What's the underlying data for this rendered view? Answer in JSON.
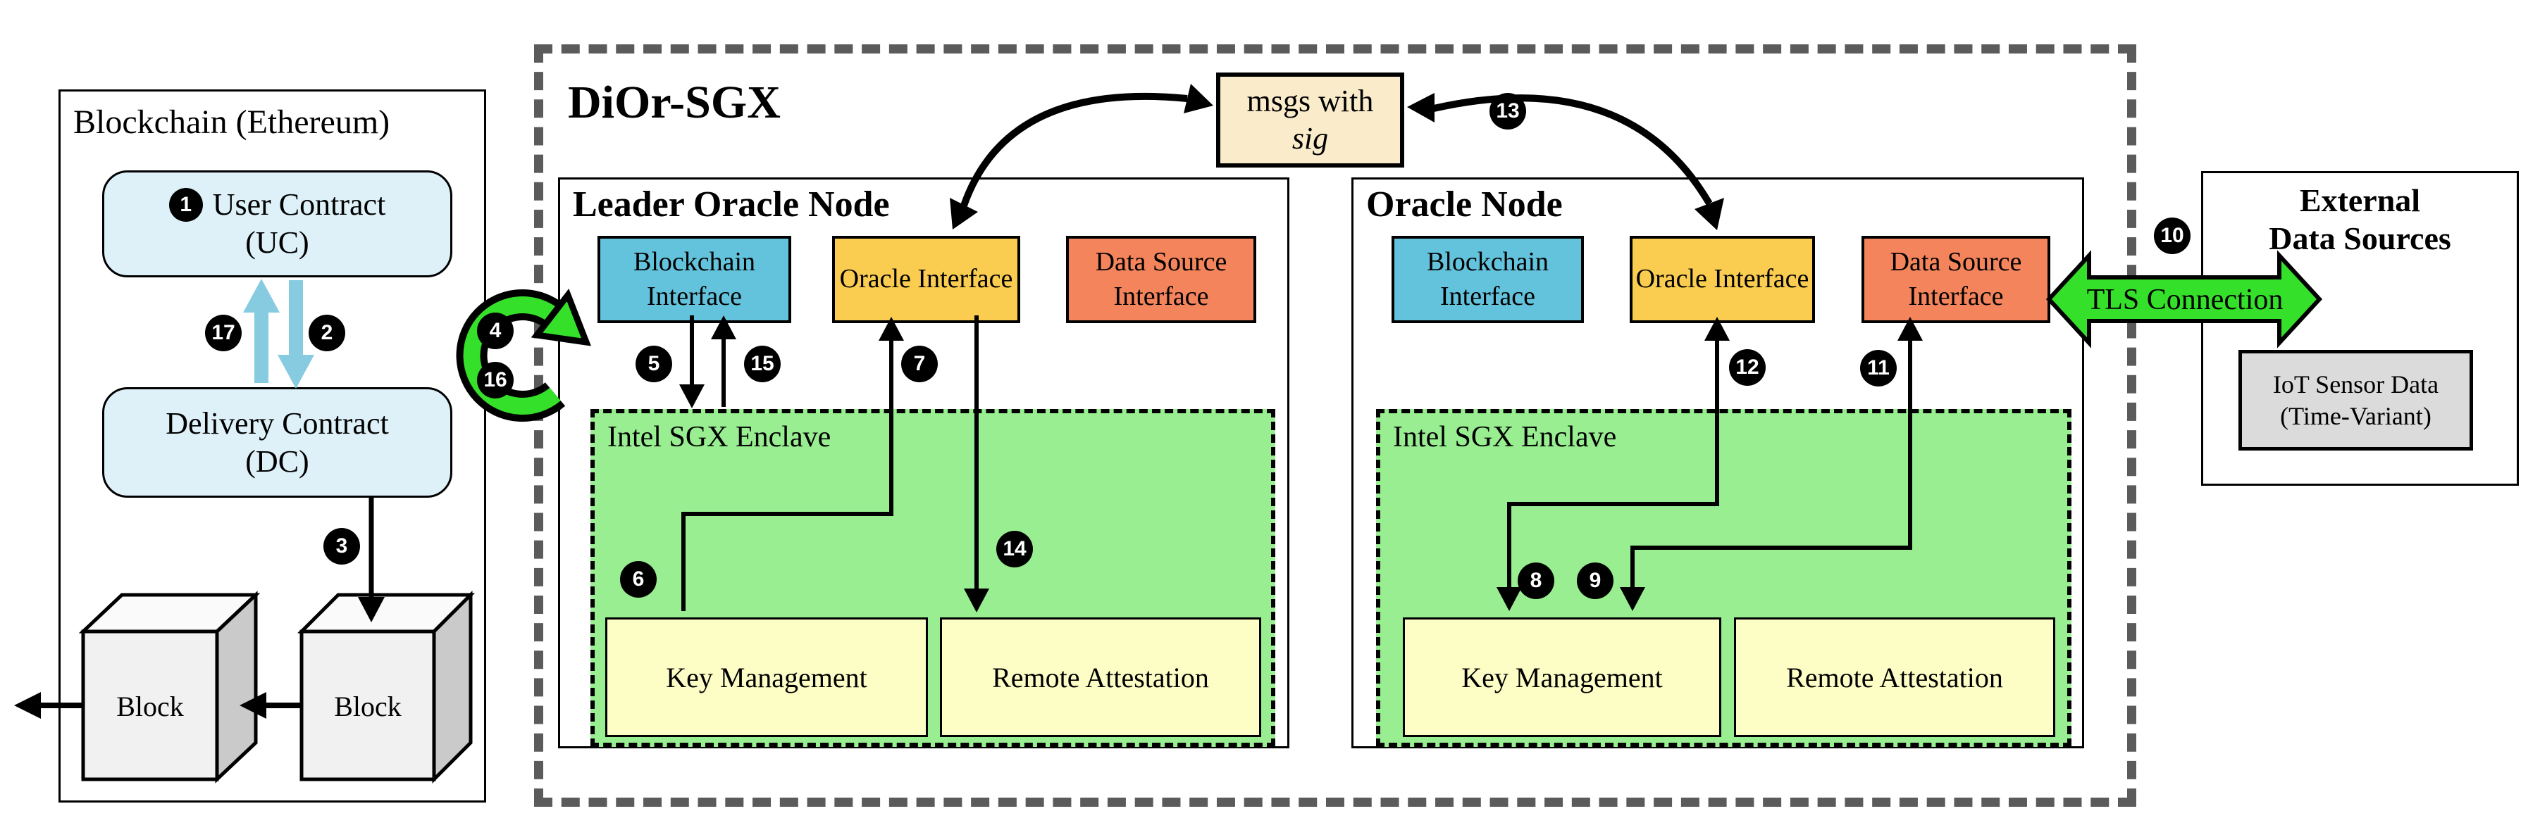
{
  "blockchain": {
    "title": "Blockchain (Ethereum)",
    "user_contract": {
      "badge": "1",
      "line1": "User Contract",
      "line2": "(UC)"
    },
    "delivery_contract": {
      "line1": "Delivery Contract",
      "line2": "(DC)"
    },
    "block_left": "Block",
    "block_right": "Block"
  },
  "dior": {
    "title": "DiOr-SGX",
    "msgs_box": {
      "line1": "msgs with",
      "line2": "sig"
    },
    "leader_node": {
      "title": "Leader Oracle Node",
      "blockchain_interface": "Blockchain Interface",
      "oracle_interface": "Oracle Interface",
      "data_source_interface": "Data Source Interface",
      "enclave": {
        "title": "Intel SGX Enclave",
        "key_management": "Key Management",
        "remote_attestation": "Remote Attestation"
      }
    },
    "oracle_node": {
      "title": "Oracle Node",
      "blockchain_interface": "Blockchain Interface",
      "oracle_interface": "Oracle Interface",
      "data_source_interface": "Data Source Interface",
      "enclave": {
        "title": "Intel SGX Enclave",
        "key_management": "Key Management",
        "remote_attestation": "Remote Attestation"
      }
    }
  },
  "external": {
    "title_line1": "External",
    "title_line2": "Data Sources",
    "iot_box": "IoT Sensor Data (Time-Variant)"
  },
  "tls_label": "TLS Connection",
  "badges": {
    "n1": "1",
    "n2": "2",
    "n3": "3",
    "n4": "4",
    "n5": "5",
    "n6": "6",
    "n7": "7",
    "n8": "8",
    "n9": "9",
    "n10": "10",
    "n11": "11",
    "n12": "12",
    "n13": "13",
    "n14": "14",
    "n15": "15",
    "n16": "16",
    "n17": "17"
  },
  "colors": {
    "contract_fill": "#def1f9",
    "blue_arrow": "#87cbe1",
    "blockchain_interface_fill": "#64c3dc",
    "oracle_interface_fill": "#facc4f",
    "data_source_interface_fill": "#f4845c",
    "enclave_fill": "#98ee90",
    "sgx_module_fill": "#fcfec6",
    "msgs_fill": "#faeccb",
    "green_arrow": "#35e02a",
    "iot_fill": "#dbdbdb",
    "dashed_border": "#5b5b5b"
  }
}
